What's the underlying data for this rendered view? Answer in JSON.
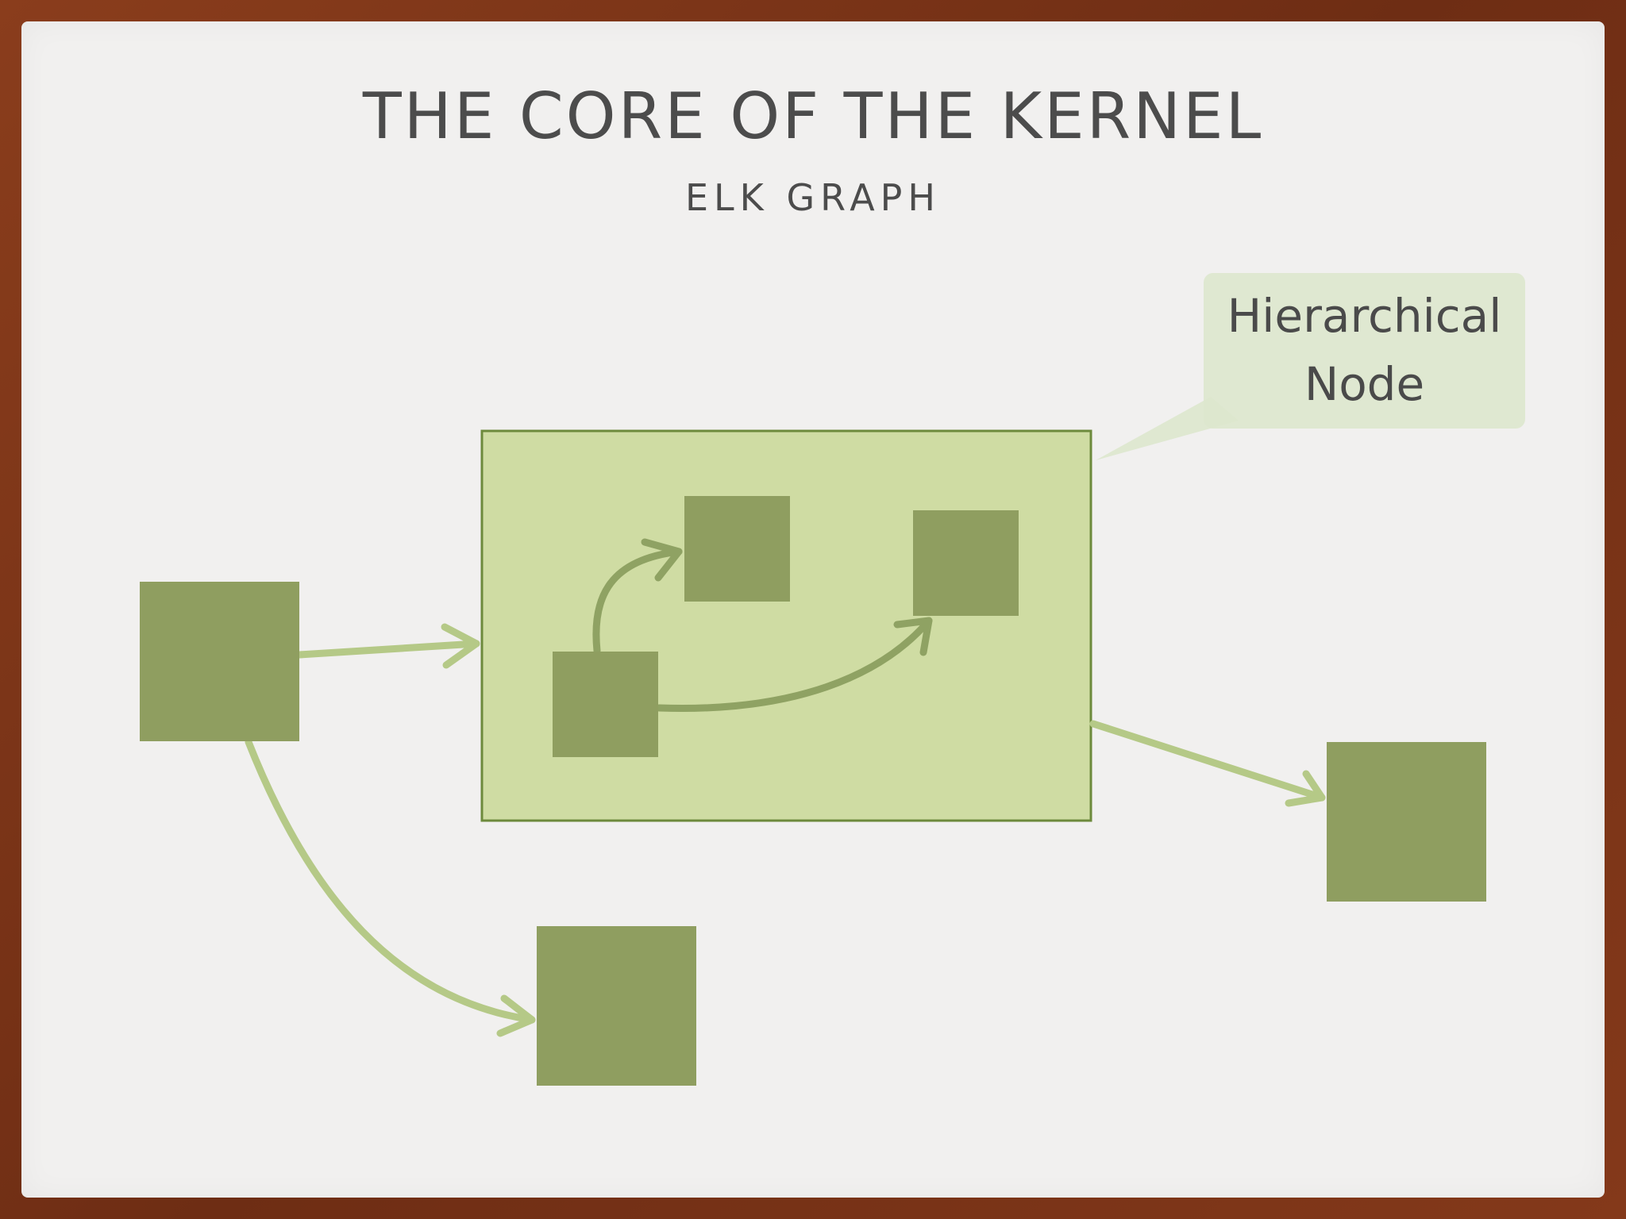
{
  "slide": {
    "title": "THE CORE OF THE KERNEL",
    "subtitle": "ELK GRAPH"
  },
  "callout": {
    "text_line1": "Hierarchical",
    "text_line2": "Node"
  },
  "colors": {
    "frame": "#7a3419",
    "background": "#f1f0ef",
    "node_fill": "#8f9e60",
    "hierarchical_fill": "#cfdca3",
    "hierarchical_border": "#6d8a3c",
    "outer_edge": "#b5c987",
    "inner_edge": "#8fa263",
    "callout_fill": "#dde7cd",
    "text": "#4c4c4c"
  }
}
